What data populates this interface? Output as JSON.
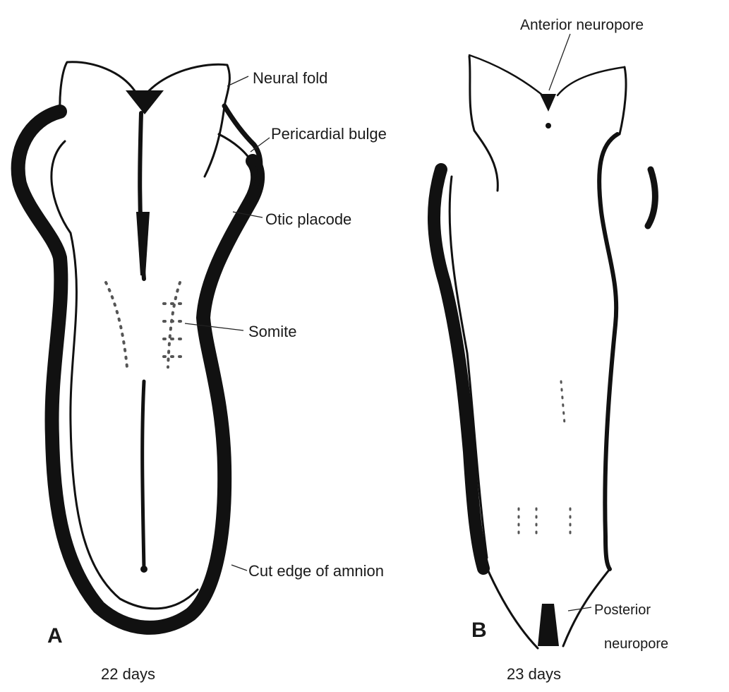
{
  "figure": {
    "panel_a": {
      "letter": "A",
      "caption": "22 days",
      "labels": {
        "neural_fold": "Neural fold",
        "pericardial_bulge": "Pericardial bulge",
        "otic_placode": "Otic placode",
        "somite": "Somite",
        "cut_edge_of_amnion": "Cut edge of amnion"
      }
    },
    "panel_b": {
      "letter": "B",
      "caption": "23 days",
      "labels": {
        "anterior_neuropore": "Anterior neuropore",
        "posterior_neuropore_line1": "Posterior",
        "posterior_neuropore_line2": "neuropore"
      }
    }
  }
}
